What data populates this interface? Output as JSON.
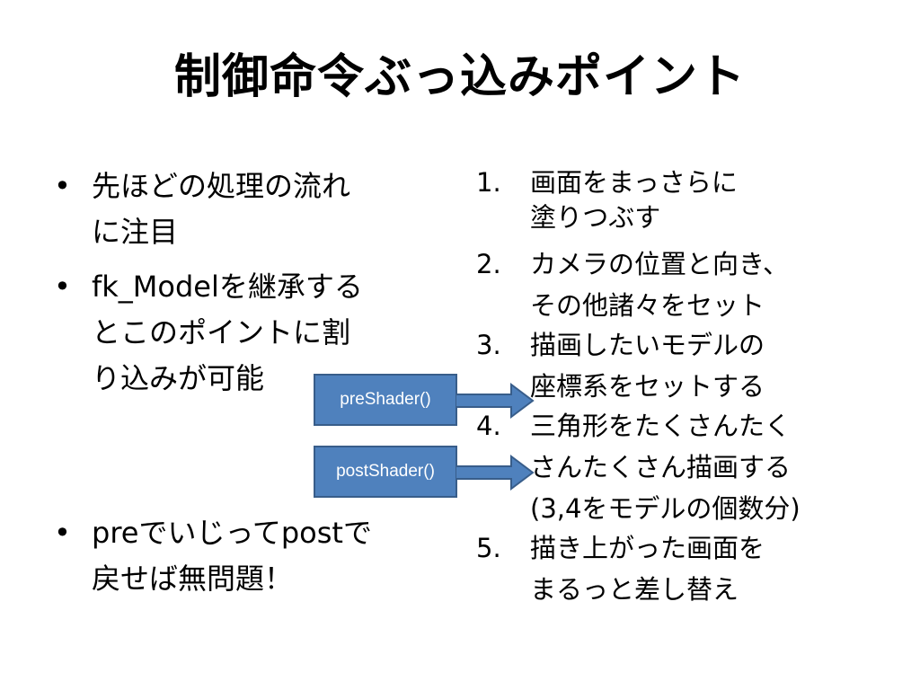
{
  "title": "制御命令ぶっ込みポイント",
  "left_bullets": {
    "items": [
      {
        "marker": "•",
        "lines": [
          "先ほどの処理の流れ",
          "に注目"
        ]
      },
      {
        "marker": "•",
        "lines": [
          "fk_Modelを継承する",
          "とこのポイントに割",
          "り込みが可能"
        ]
      },
      {
        "marker": "•",
        "lines": [
          "preでいじってpostで",
          "戻せば無問題！"
        ]
      }
    ]
  },
  "steps": {
    "items": [
      {
        "num": "1.",
        "lines": [
          "画面をまっさらに",
          "塗りつぶす"
        ]
      },
      {
        "num": "2.",
        "lines": [
          "カメラの位置と向き、",
          "その他諸々をセット"
        ]
      },
      {
        "num": "3.",
        "lines": [
          "描画したいモデルの",
          "座標系をセットする"
        ]
      },
      {
        "num": "4.",
        "lines": [
          "三角形をたくさんたく",
          "さんたくさん描画する",
          "(3,4をモデルの個数分)"
        ]
      },
      {
        "num": "5.",
        "lines": [
          "描き上がった画面を",
          "まるっと差し替え"
        ]
      }
    ]
  },
  "shader_boxes": {
    "pre_label": "preShader()",
    "post_label": "postShader()"
  },
  "colors": {
    "box_fill": "#4f81bd",
    "box_border": "#385d8a"
  }
}
